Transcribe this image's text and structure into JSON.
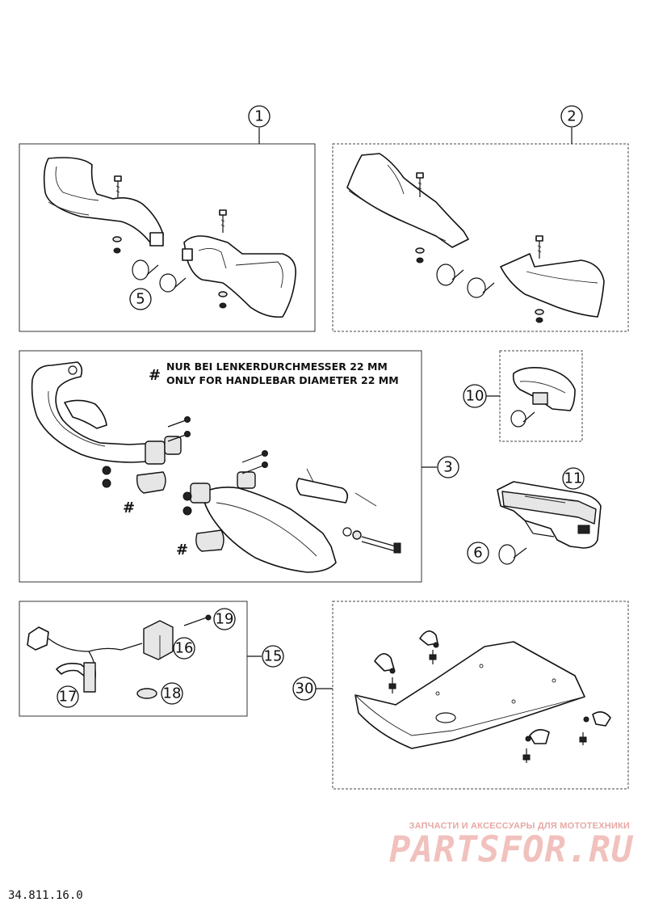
{
  "callouts": {
    "c1": "1",
    "c2": "2",
    "c3": "3",
    "c5": "5",
    "c6": "6",
    "c10": "10",
    "c11": "11",
    "c15": "15",
    "c16": "16",
    "c17": "17",
    "c18": "18",
    "c19": "19",
    "c30": "30"
  },
  "note": {
    "marker": "#",
    "line_de": "NUR BEI LENKERDURCHMESSER 22 MM",
    "line_en": "ONLY FOR HANDLEBAR DIAMETER 22 MM"
  },
  "markers": {
    "m1": "#",
    "m2": "#"
  },
  "watermark": {
    "caption": "ЗАПЧАСТИ И АКСЕССУАРЫ ДЛЯ МОТОТЕХНИКИ",
    "logo": "PARTSFOR.RU"
  },
  "doc_code": "34.811.16.0"
}
